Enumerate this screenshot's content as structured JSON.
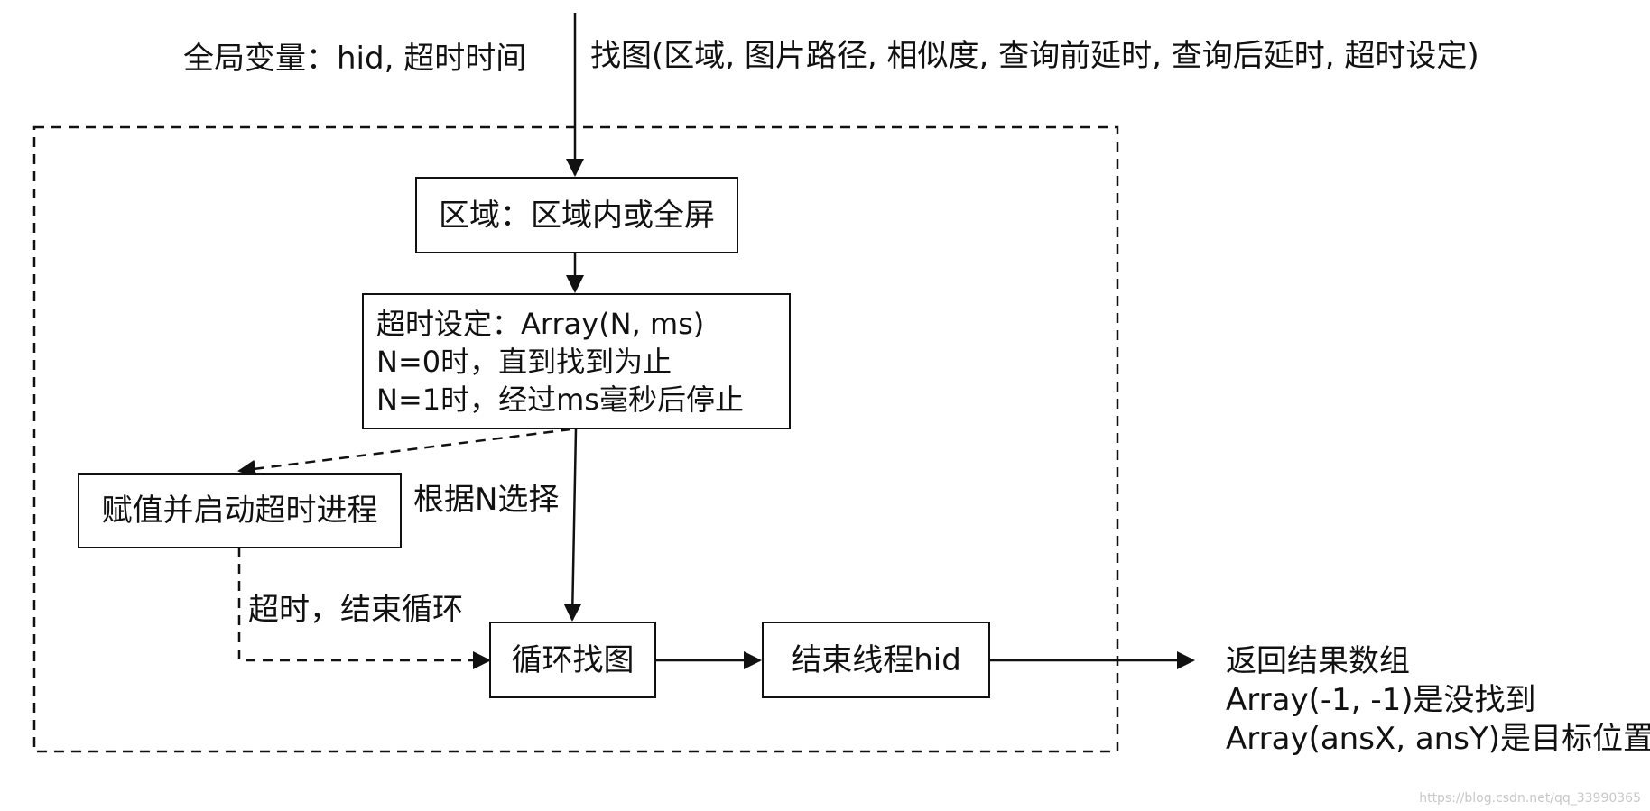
{
  "globals": {
    "text": "全局变量：hid, 超时时间"
  },
  "signature": {
    "text": "找图(区域, 图片路径, 相似度, 查询前延时, 查询后延时, 超时设定)"
  },
  "nodes": {
    "region": "区域：区域内或全屏",
    "timeout_setting": {
      "line1": "超时设定：Array(N, ms)",
      "line2": "N=0时，直到找到为止",
      "line3": "N=1时，经过ms毫秒后停止"
    },
    "start_timeout": "赋值并启动超时进程",
    "loop_find": "循环找图",
    "end_thread": "结束线程hid"
  },
  "edge_labels": {
    "choose_by_n": "根据N选择",
    "timeout_end_loop": "超时，结束循环"
  },
  "result": {
    "line1": "返回结果数组",
    "line2": "Array(-1, -1)是没找到",
    "line3": "Array(ansX, ansY)是目标位置"
  },
  "watermark": "https://blog.csdn.net/qq_33990365",
  "colors": {
    "stroke": "#111111",
    "background": "#ffffff",
    "watermark": "#c8c8c8"
  }
}
